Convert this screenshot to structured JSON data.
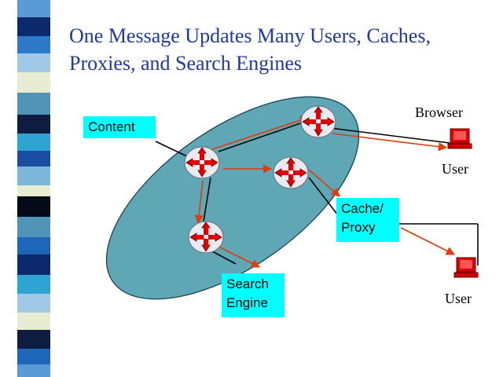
{
  "slide": {
    "title": "One Message Updates Many Users, Caches, Proxies, and Search Engines"
  },
  "labels": {
    "content": "Content",
    "browser": "Browser",
    "user_top": "User",
    "cache_line1": "Cache/",
    "cache_line2": "Proxy",
    "search_line1": "Search",
    "search_line2": "Engine",
    "user_bottom": "User"
  },
  "colors": {
    "title": "#1f3a9a",
    "cloud_fill": "#5fa7b4",
    "label_box": "#00ffff",
    "arrow": "#e23a0a",
    "router_red": "#e00000",
    "link_black": "#000000"
  },
  "icons": {
    "router": "router-icon",
    "computer": "computer-icon",
    "sidebar": "decorative-strip"
  }
}
